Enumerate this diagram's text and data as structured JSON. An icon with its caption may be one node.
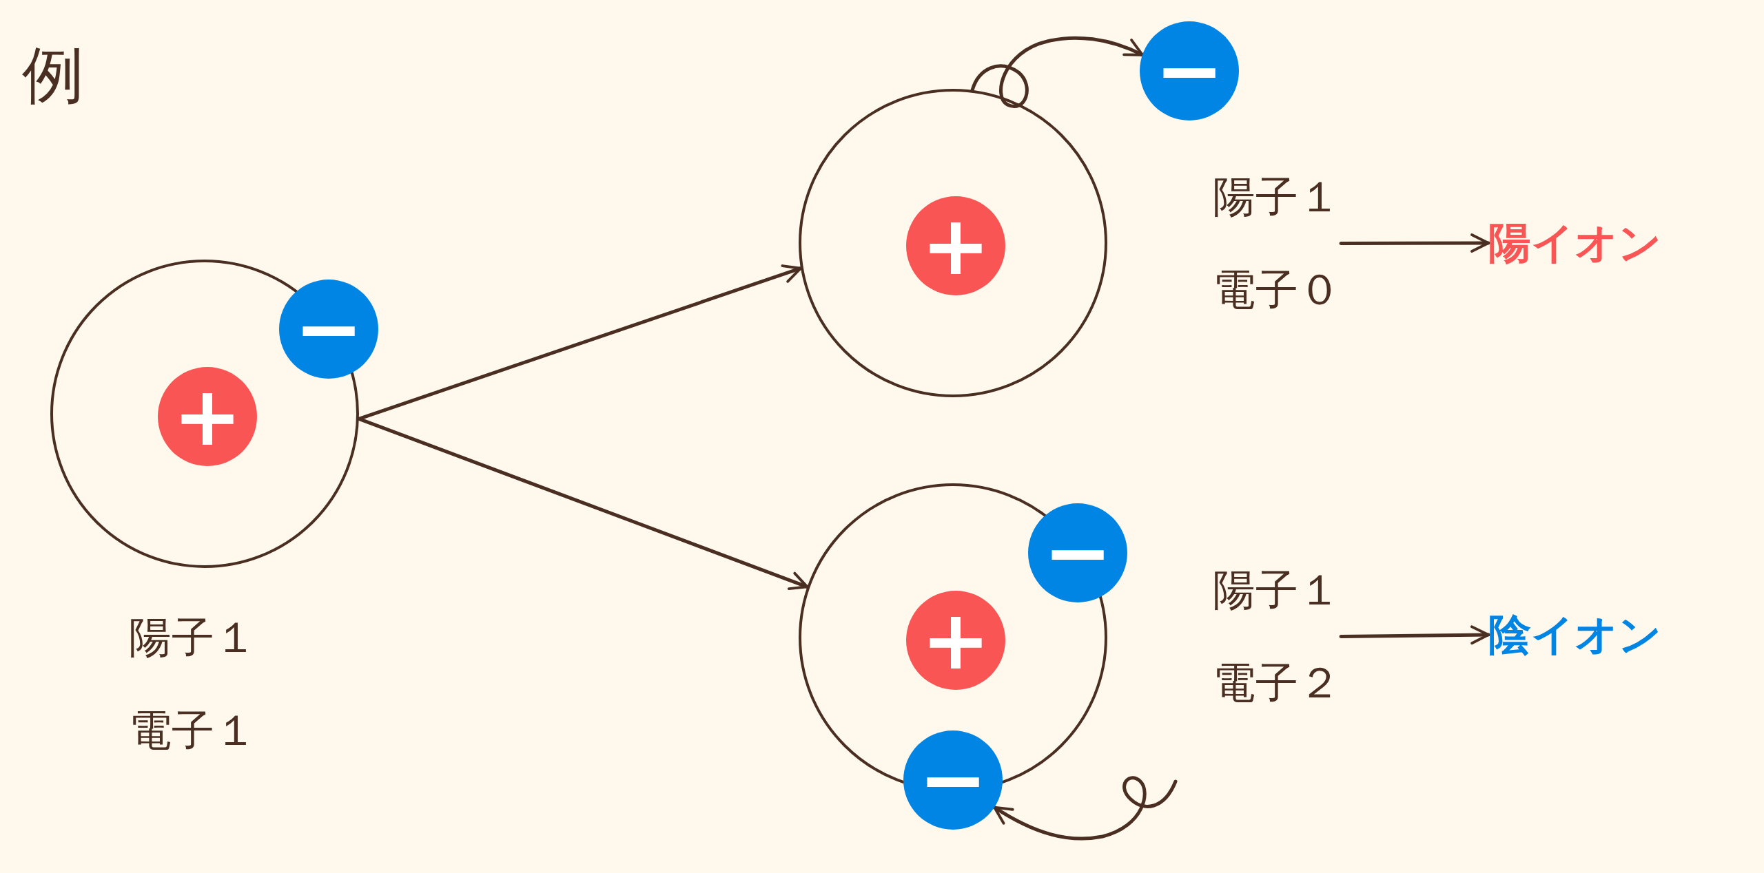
{
  "diagram": {
    "title": "例",
    "nodes": [
      {
        "text": [],
        "shape": "circle",
        "beside": [
          "陽子１",
          "電子１"
        ]
      },
      {
        "text": [
          "+"
        ],
        "in": 0
      },
      {
        "text": [
          "−"
        ]
      },
      {
        "text": [],
        "shape": "circle"
      },
      {
        "text": [
          "+"
        ],
        "in": 3
      },
      {
        "text": [
          "−"
        ]
      },
      {
        "text": [],
        "shape": "circle"
      },
      {
        "text": [
          "+"
        ],
        "in": 6
      },
      {
        "text": [
          "−"
        ]
      },
      {
        "text": [
          "−"
        ]
      },
      {
        "text": [
          "陽イオン"
        ]
      },
      {
        "text": [
          "陰イオン"
        ]
      },
      {
        "text": [
          "陽子１",
          "電子０"
        ]
      },
      {
        "text": [
          "陽子１",
          "電子２"
        ]
      }
    ],
    "edges": [
      {
        "from": 0,
        "to": 3,
        "arrow": "to"
      },
      {
        "from": 0,
        "to": 6,
        "arrow": "to"
      },
      {
        "from": 3,
        "to": 5,
        "arrow": "to"
      },
      {
        "from": null,
        "to": 9,
        "arrow": "to"
      },
      {
        "from": 12,
        "to": 10,
        "arrow": "to"
      },
      {
        "from": 13,
        "to": 11,
        "arrow": "to"
      }
    ]
  }
}
